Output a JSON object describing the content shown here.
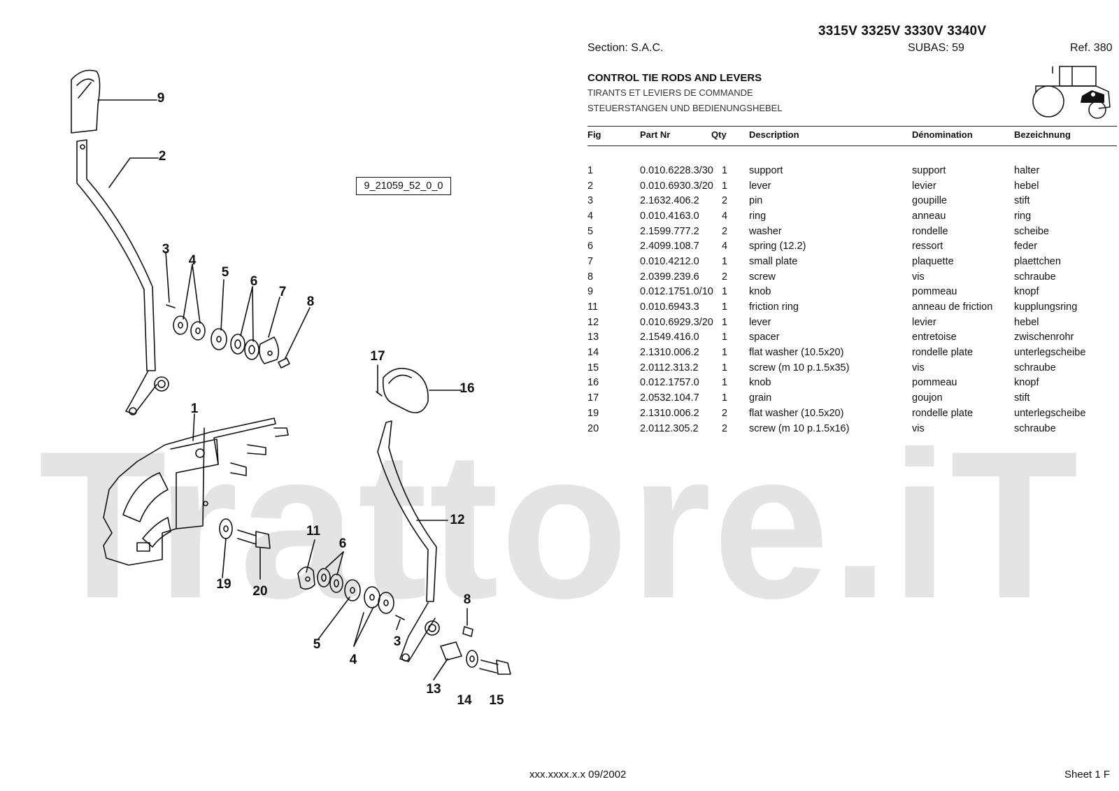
{
  "header": {
    "models": "3315V 3325V 3330V 3340V",
    "section": "Section: S.A.C.",
    "subas": "SUBAS: 59",
    "ref": "Ref. 380"
  },
  "title": {
    "en": "CONTROL TIE RODS AND LEVERS",
    "fr": "TIRANTS ET LEVIERS DE COMMANDE",
    "de": "STEUERSTANGEN UND BEDIENUNGSHEBEL"
  },
  "table": {
    "headers": [
      "Fig",
      "Part Nr",
      "Qty",
      "Description",
      "Dénomination",
      "Bezeichnung"
    ],
    "rows": [
      [
        "1",
        "0.010.6228.3/30",
        "1",
        "support",
        "support",
        "halter"
      ],
      [
        "2",
        "0.010.6930.3/20",
        "1",
        "lever",
        "levier",
        "hebel"
      ],
      [
        "3",
        "2.1632.406.2",
        "2",
        "pin",
        "goupille",
        "stift"
      ],
      [
        "4",
        "0.010.4163.0",
        "4",
        "ring",
        "anneau",
        "ring"
      ],
      [
        "5",
        "2.1599.777.2",
        "2",
        "washer",
        "rondelle",
        "scheibe"
      ],
      [
        "6",
        "2.4099.108.7",
        "4",
        "spring (12.2)",
        "ressort",
        "feder"
      ],
      [
        "7",
        "0.010.4212.0",
        "1",
        "small plate",
        "plaquette",
        "plaettchen"
      ],
      [
        "8",
        "2.0399.239.6",
        "2",
        "screw",
        "vis",
        "schraube"
      ],
      [
        "9",
        "0.012.1751.0/10",
        "1",
        "knob",
        "pommeau",
        "knopf"
      ],
      [
        "11",
        "0.010.6943.3",
        "1",
        "friction ring",
        "anneau de friction",
        "kupplungsring"
      ],
      [
        "12",
        "0.010.6929.3/20",
        "1",
        "lever",
        "levier",
        "hebel"
      ],
      [
        "13",
        "2.1549.416.0",
        "1",
        "spacer",
        "entretoise",
        "zwischenrohr"
      ],
      [
        "14",
        "2.1310.006.2",
        "1",
        "flat washer (10.5x20)",
        "rondelle plate",
        "unterlegscheibe"
      ],
      [
        "15",
        "2.0112.313.2",
        "1",
        "screw (m 10 p.1.5x35)",
        "vis",
        "schraube"
      ],
      [
        "16",
        "0.012.1757.0",
        "1",
        "knob",
        "pommeau",
        "knopf"
      ],
      [
        "17",
        "2.0532.104.7",
        "1",
        "grain",
        "goujon",
        "stift"
      ],
      [
        "19",
        "2.1310.006.2",
        "2",
        "flat washer (10.5x20)",
        "rondelle plate",
        "unterlegscheibe"
      ],
      [
        "20",
        "2.0112.305.2",
        "2",
        "screw (m 10 p.1.5x16)",
        "vis",
        "schraube"
      ]
    ]
  },
  "diagram": {
    "reference": "9_21059_52_0_0",
    "callouts": [
      "9",
      "2",
      "3",
      "4",
      "5",
      "6",
      "7",
      "8",
      "1",
      "17",
      "16",
      "12",
      "11",
      "6",
      "19",
      "20",
      "5",
      "4",
      "3",
      "8",
      "13",
      "14",
      "15"
    ]
  },
  "watermark": "Trattore.iT",
  "footer": {
    "code_date": "xxx.xxxx.x.x  09/2002",
    "sheet": "Sheet 1 F"
  },
  "icons": [
    "tractor-silhouette-icon"
  ]
}
